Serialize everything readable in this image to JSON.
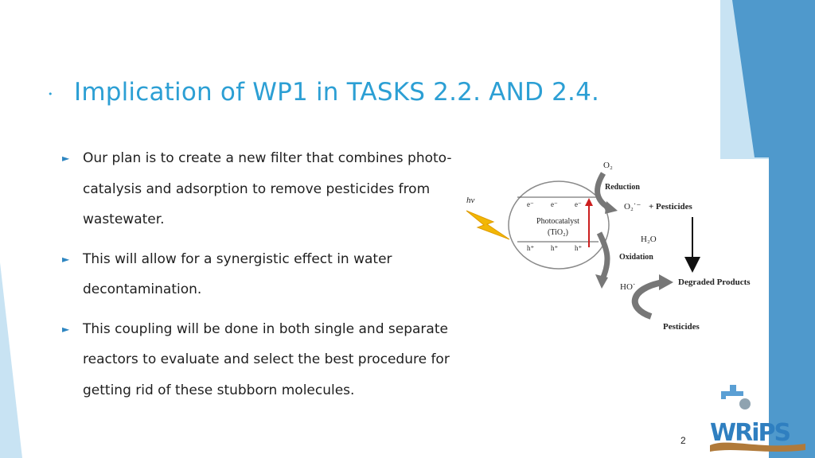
{
  "slide": {
    "title": "Implication of WP1 in TASKS 2.2. AND 2.4.",
    "title_bullet": "•",
    "page_number": "2",
    "bullets": [
      {
        "text": "Our plan is to create a new filter that combines photo-catalysis and adsorption to remove pesticides from wastewater."
      },
      {
        "text": "This will allow for a synergistic effect in water decontamination."
      },
      {
        "text": "This coupling will be done in both single and separate reactors to evaluate and select the best procedure for getting rid of these stubborn molecules."
      }
    ]
  },
  "diagram": {
    "light": "hν",
    "electrons": [
      "e⁻",
      "e⁻",
      "e⁻"
    ],
    "holes": [
      "h⁺",
      "h⁺",
      "h⁺"
    ],
    "catalyst_line1": "Photocatalyst",
    "catalyst_line2": "(TiO₂)",
    "o2": "O₂",
    "reduction": "Reduction",
    "superoxide": "O₂˙⁻",
    "plus_pesticides": "+ Pesticides",
    "h2o": "H₂O",
    "oxidation": "Oxidation",
    "hydroxyl": "HO˙",
    "degraded": "Degraded Products",
    "pesticides": "Pesticides"
  },
  "logo": {
    "text": "WRiPS"
  },
  "colors": {
    "accent": "#2c9fd4",
    "side_dark": "#4f99cc",
    "side_light": "#c8e3f3",
    "arrow_gray": "#7a7a7a",
    "red_arrow": "#cc1f1f",
    "lightning": "#f2b705"
  }
}
